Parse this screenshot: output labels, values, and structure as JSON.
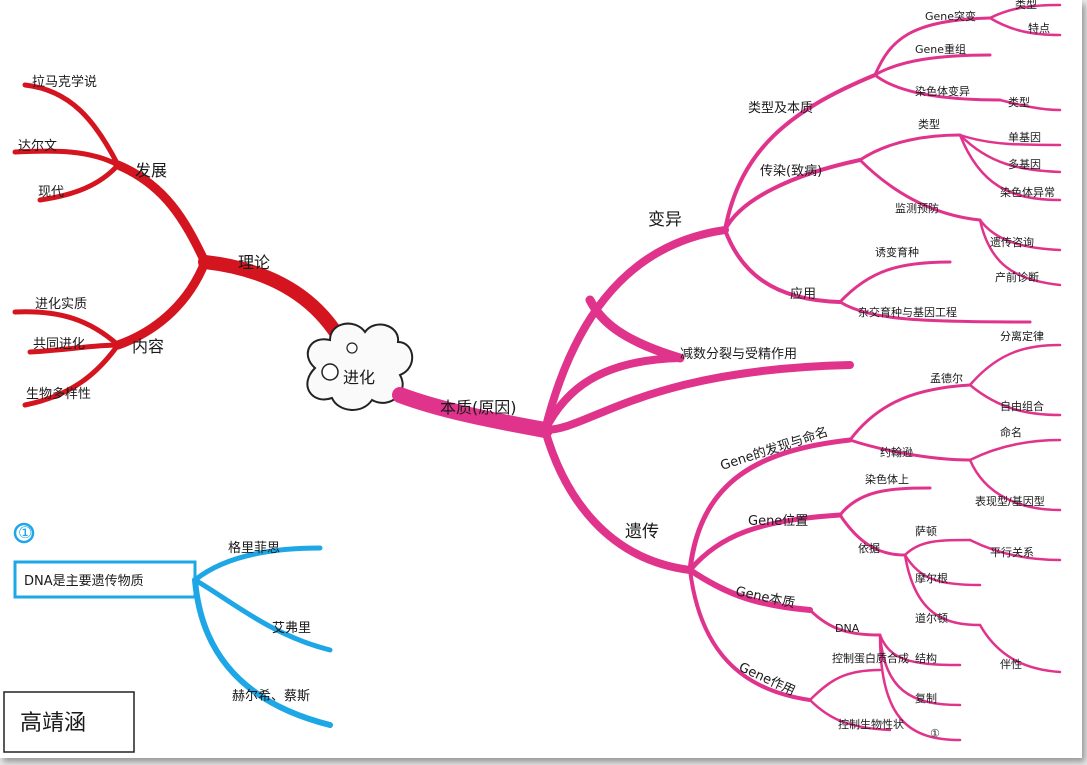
{
  "central": {
    "label": "进化"
  },
  "left": {
    "theory": "理论",
    "development": "发展",
    "dev_items": [
      "拉马克学说",
      "达尔文",
      "现代"
    ],
    "content": "内容",
    "content_items": [
      "进化实质",
      "共同进化",
      "生物多样性"
    ]
  },
  "essence": {
    "label": "本质(原因)",
    "variation": {
      "label": "变异",
      "types": {
        "label": "类型及本质",
        "mutation": "Gene突变",
        "mutation_subs": [
          "类型",
          "特点"
        ],
        "recomb": "Gene重组",
        "chromo": "染色体变异",
        "chromo_sub": "类型"
      },
      "disease": {
        "label": "传染(致病)",
        "types": "类型",
        "types_subs": [
          "单基因",
          "多基因",
          "染色体异常"
        ],
        "monitor": "监测预防",
        "monitor_subs": [
          "遗传咨询",
          "产前诊断"
        ]
      },
      "application": {
        "label": "应用",
        "breeding": "诱变育种",
        "engineering": "杂交育种与基因工程"
      }
    },
    "meiosis": {
      "label": "减数分裂与受精作用"
    },
    "heredity": {
      "label": "遗传",
      "discovery": {
        "label": "Gene的发现与命名",
        "mendel": "孟德尔",
        "mendel_subs": [
          "分离定律",
          "自由组合"
        ],
        "johansen": "约翰逊",
        "johansen_subs": [
          "命名",
          "表现型/基因型"
        ]
      },
      "location": {
        "label": "Gene位置",
        "on_chromo": "染色体上",
        "evidence": "依据",
        "evidence_subs": [
          "萨顿",
          "摩尔根",
          "道尔顿"
        ],
        "parallel": "平行关系",
        "linked": "伴性"
      },
      "nature": {
        "label": "Gene本质",
        "dna": "DNA"
      },
      "function": {
        "label": "Gene作用",
        "control": "控制蛋白质合成",
        "traits": "控制生物性状",
        "subs": [
          "结构",
          "复制",
          "①"
        ]
      }
    }
  },
  "dna_box": {
    "number": "①",
    "title": "DNA是主要遗传物质",
    "items": [
      "格里菲思",
      "艾弗里",
      "赫尔希、蔡斯"
    ]
  },
  "signature": "高靖涵"
}
